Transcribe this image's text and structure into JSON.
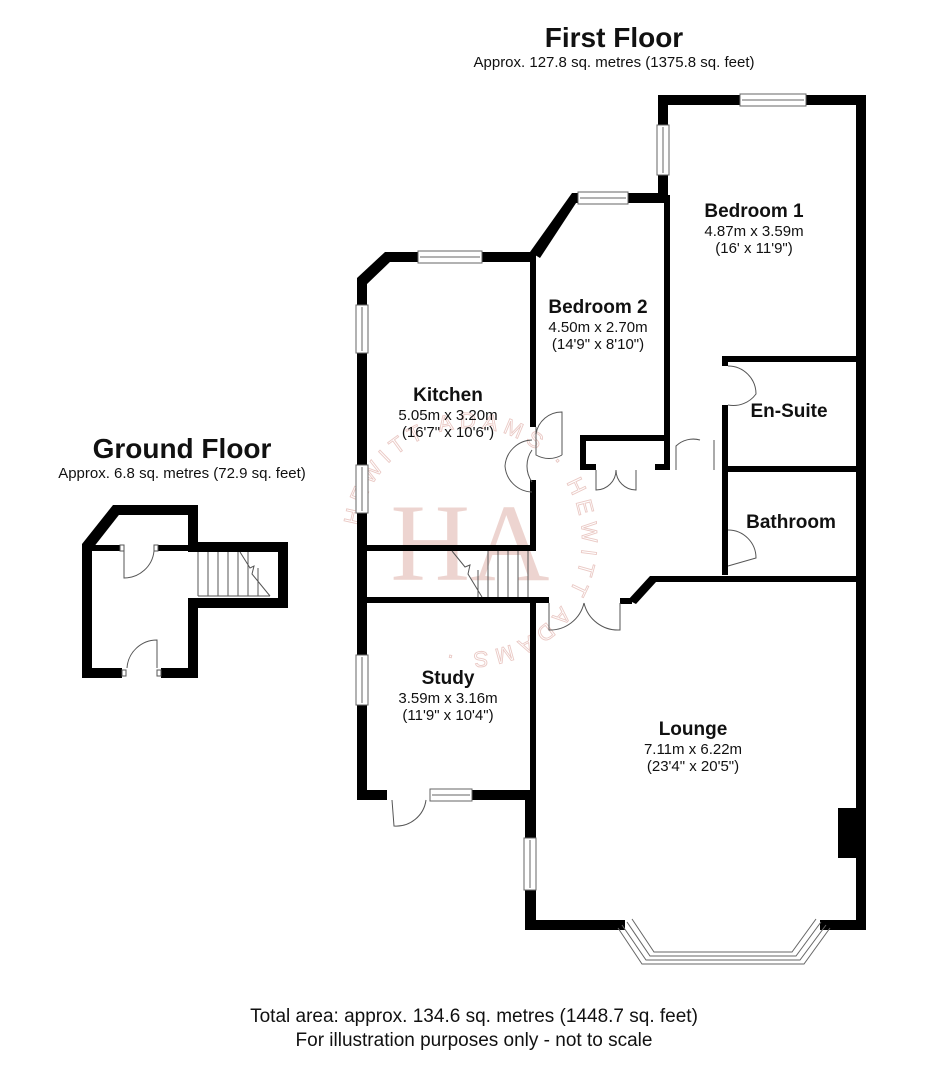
{
  "first_floor": {
    "title": "First Floor",
    "area": "Approx. 127.8 sq. metres (1375.8 sq. feet)",
    "rooms": [
      {
        "name": "Bedroom 1",
        "metric": "4.87m x 3.59m",
        "imperial": "(16' x 11'9\")"
      },
      {
        "name": "Bedroom 2",
        "metric": "4.50m x 2.70m",
        "imperial": "(14'9\" x 8'10\")"
      },
      {
        "name": "Kitchen",
        "metric": "5.05m x 3.20m",
        "imperial": "(16'7\" x 10'6\")"
      },
      {
        "name": "En-Suite"
      },
      {
        "name": "Bathroom"
      },
      {
        "name": "Study",
        "metric": "3.59m x 3.16m",
        "imperial": "(11'9\" x 10'4\")"
      },
      {
        "name": "Lounge",
        "metric": "7.11m x 6.22m",
        "imperial": "(23'4\" x 20'5\")"
      }
    ]
  },
  "ground_floor": {
    "title": "Ground Floor",
    "area": "Approx. 6.8 sq. metres (72.9 sq. feet)"
  },
  "watermark": {
    "monogram": "HA",
    "ring_text": "HEWITT ADAMS",
    "color": "#e8c4bf"
  },
  "footer": {
    "total_area": "Total area: approx. 134.6 sq. metres (1448.7 sq. feet)",
    "disclaimer": "For illustration purposes only - not to scale"
  },
  "colors": {
    "wall": "#000000",
    "background": "#ffffff",
    "fixture_line": "#555555"
  }
}
